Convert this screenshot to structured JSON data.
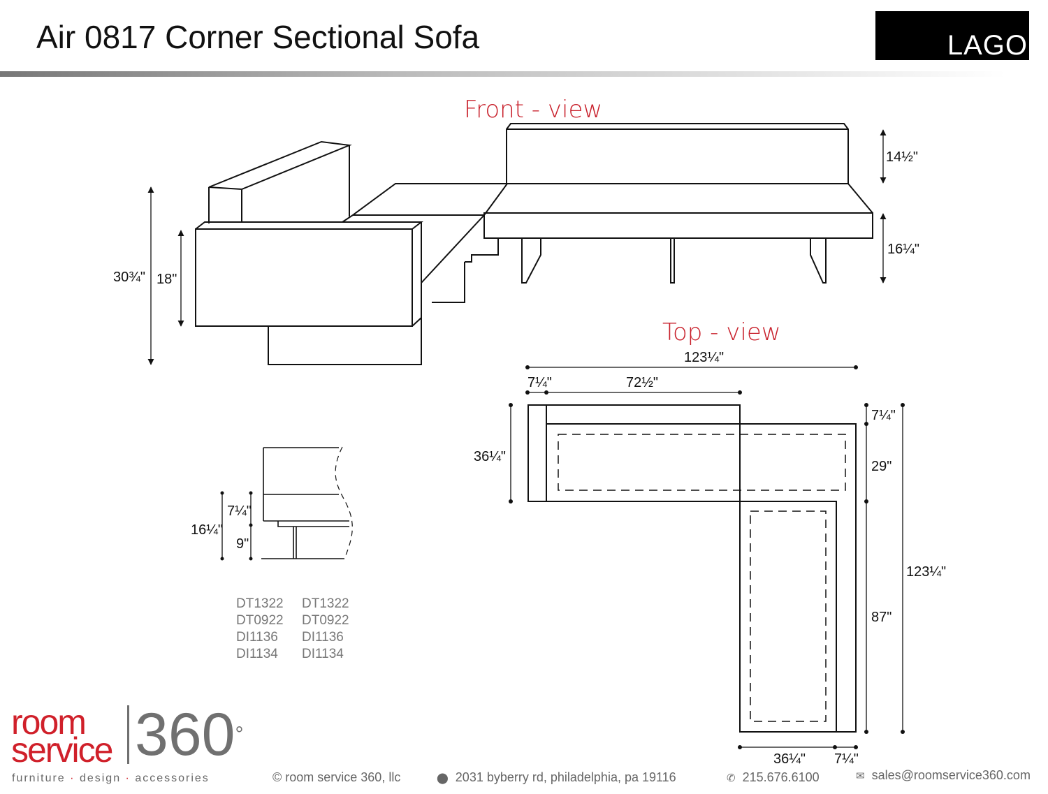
{
  "header": {
    "title": "Air 0817 Corner Sectional Sofa",
    "brand": "LAGO"
  },
  "views": {
    "front": "Front - view",
    "top": "Top - view"
  },
  "front_dims": {
    "back_height": "14½\"",
    "seat_height": "16¼\"",
    "total_height": "30¾\"",
    "chaise_height": "18\""
  },
  "top_dims": {
    "total_width": "123¼\"",
    "arm_width": "7¼\"",
    "section_width": "72½\"",
    "depth": "36¼\"",
    "right_arm": "7¼\"",
    "right_depth": "29\"",
    "total_length": "123¼\"",
    "chaise_length": "87\"",
    "bottom_depth": "36¼\"",
    "bottom_arm": "7¼\""
  },
  "side_dims": {
    "total": "16¼\"",
    "cushion": "7¼\"",
    "base": "9\""
  },
  "codes": [
    [
      "DT1322",
      "DT1322"
    ],
    [
      "DT0922",
      "DT0922"
    ],
    [
      "DI1136",
      "DI1136"
    ],
    [
      "DI1134",
      "DI1134"
    ]
  ],
  "footer": {
    "logo_room": "room",
    "logo_service": "service",
    "logo_360": "360",
    "logo_degree": "°",
    "tagline": [
      "furniture",
      "design",
      "accessories"
    ],
    "copyright": "© room service 360, llc",
    "address": "2031 byberry rd, philadelphia, pa 19116",
    "phone": "215.676.6100",
    "email": "sales@roomservice360.com"
  },
  "icons": [
    "map-pin-icon",
    "phone-icon",
    "envelope-icon"
  ]
}
